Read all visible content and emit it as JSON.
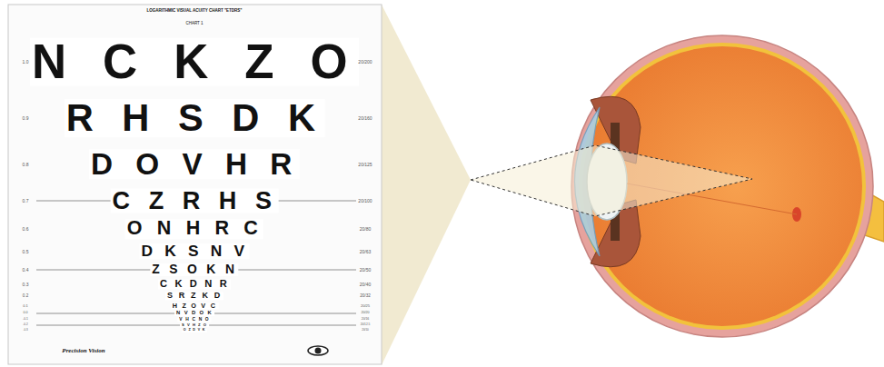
{
  "diagram": {
    "labels": [
      "LOGARITHMIC VISUAL ACUITY CHART \"ETDRS\"",
      "CHART 1",
      "N C K Z O",
      "R H S D K",
      "D O V H R",
      "C Z R H S",
      "O N H R C",
      "D K S N V",
      "Z S O K N",
      "C K D N R",
      "S R Z K D",
      "H Z O V C",
      "N V D O K",
      "V H C N O",
      "S V H Z O",
      "O Z D V K",
      "1.0",
      "0.9",
      "0.8",
      "0.7",
      "0.6",
      "0.5",
      "0.4",
      "0.3",
      "0.2",
      "0.1",
      "0.0",
      "-0.1",
      "-0.2",
      "-0.3",
      "20/200",
      "20/160",
      "20/125",
      "20/100",
      "20/80",
      "20/63",
      "20/50",
      "20/40",
      "20/32",
      "20/25",
      "20/20",
      "20/16",
      "20/12.5",
      "20/10",
      "Precision Vision"
    ]
  }
}
